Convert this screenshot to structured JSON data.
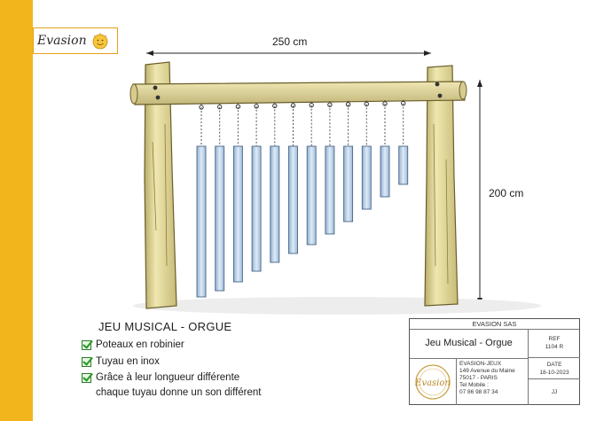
{
  "logo": {
    "brand": "Evasion",
    "icon": "sun-icon"
  },
  "dimensions": {
    "width_label": "250 cm",
    "height_label": "200 cm"
  },
  "product": {
    "title": "JEU MUSICAL  -  ORGUE",
    "features": [
      "Poteaux en robinier",
      "Tuyau en inox",
      "Grâce à leur longueur différente",
      "chaque tuyau donne un son différent"
    ]
  },
  "cartouche": {
    "company": "EVASION SAS",
    "product_name": "Jeu Musical - Orgue",
    "ref_label": "REF",
    "ref_value": "1104 R",
    "date_label": "DATE",
    "date_value": "18-10-2023",
    "author": "JJ",
    "logo_text": "Evasion",
    "address": [
      "EVASION-JEUX",
      "149 Avenue du Maine",
      "75017 - PARIS",
      "Tel Mobile :",
      "07 86 98 87 34"
    ]
  },
  "colors": {
    "band": "#f2b51c",
    "wood": "#e8dfa0",
    "pipe": "#b7d0e8",
    "check": "#1f9a1f"
  }
}
